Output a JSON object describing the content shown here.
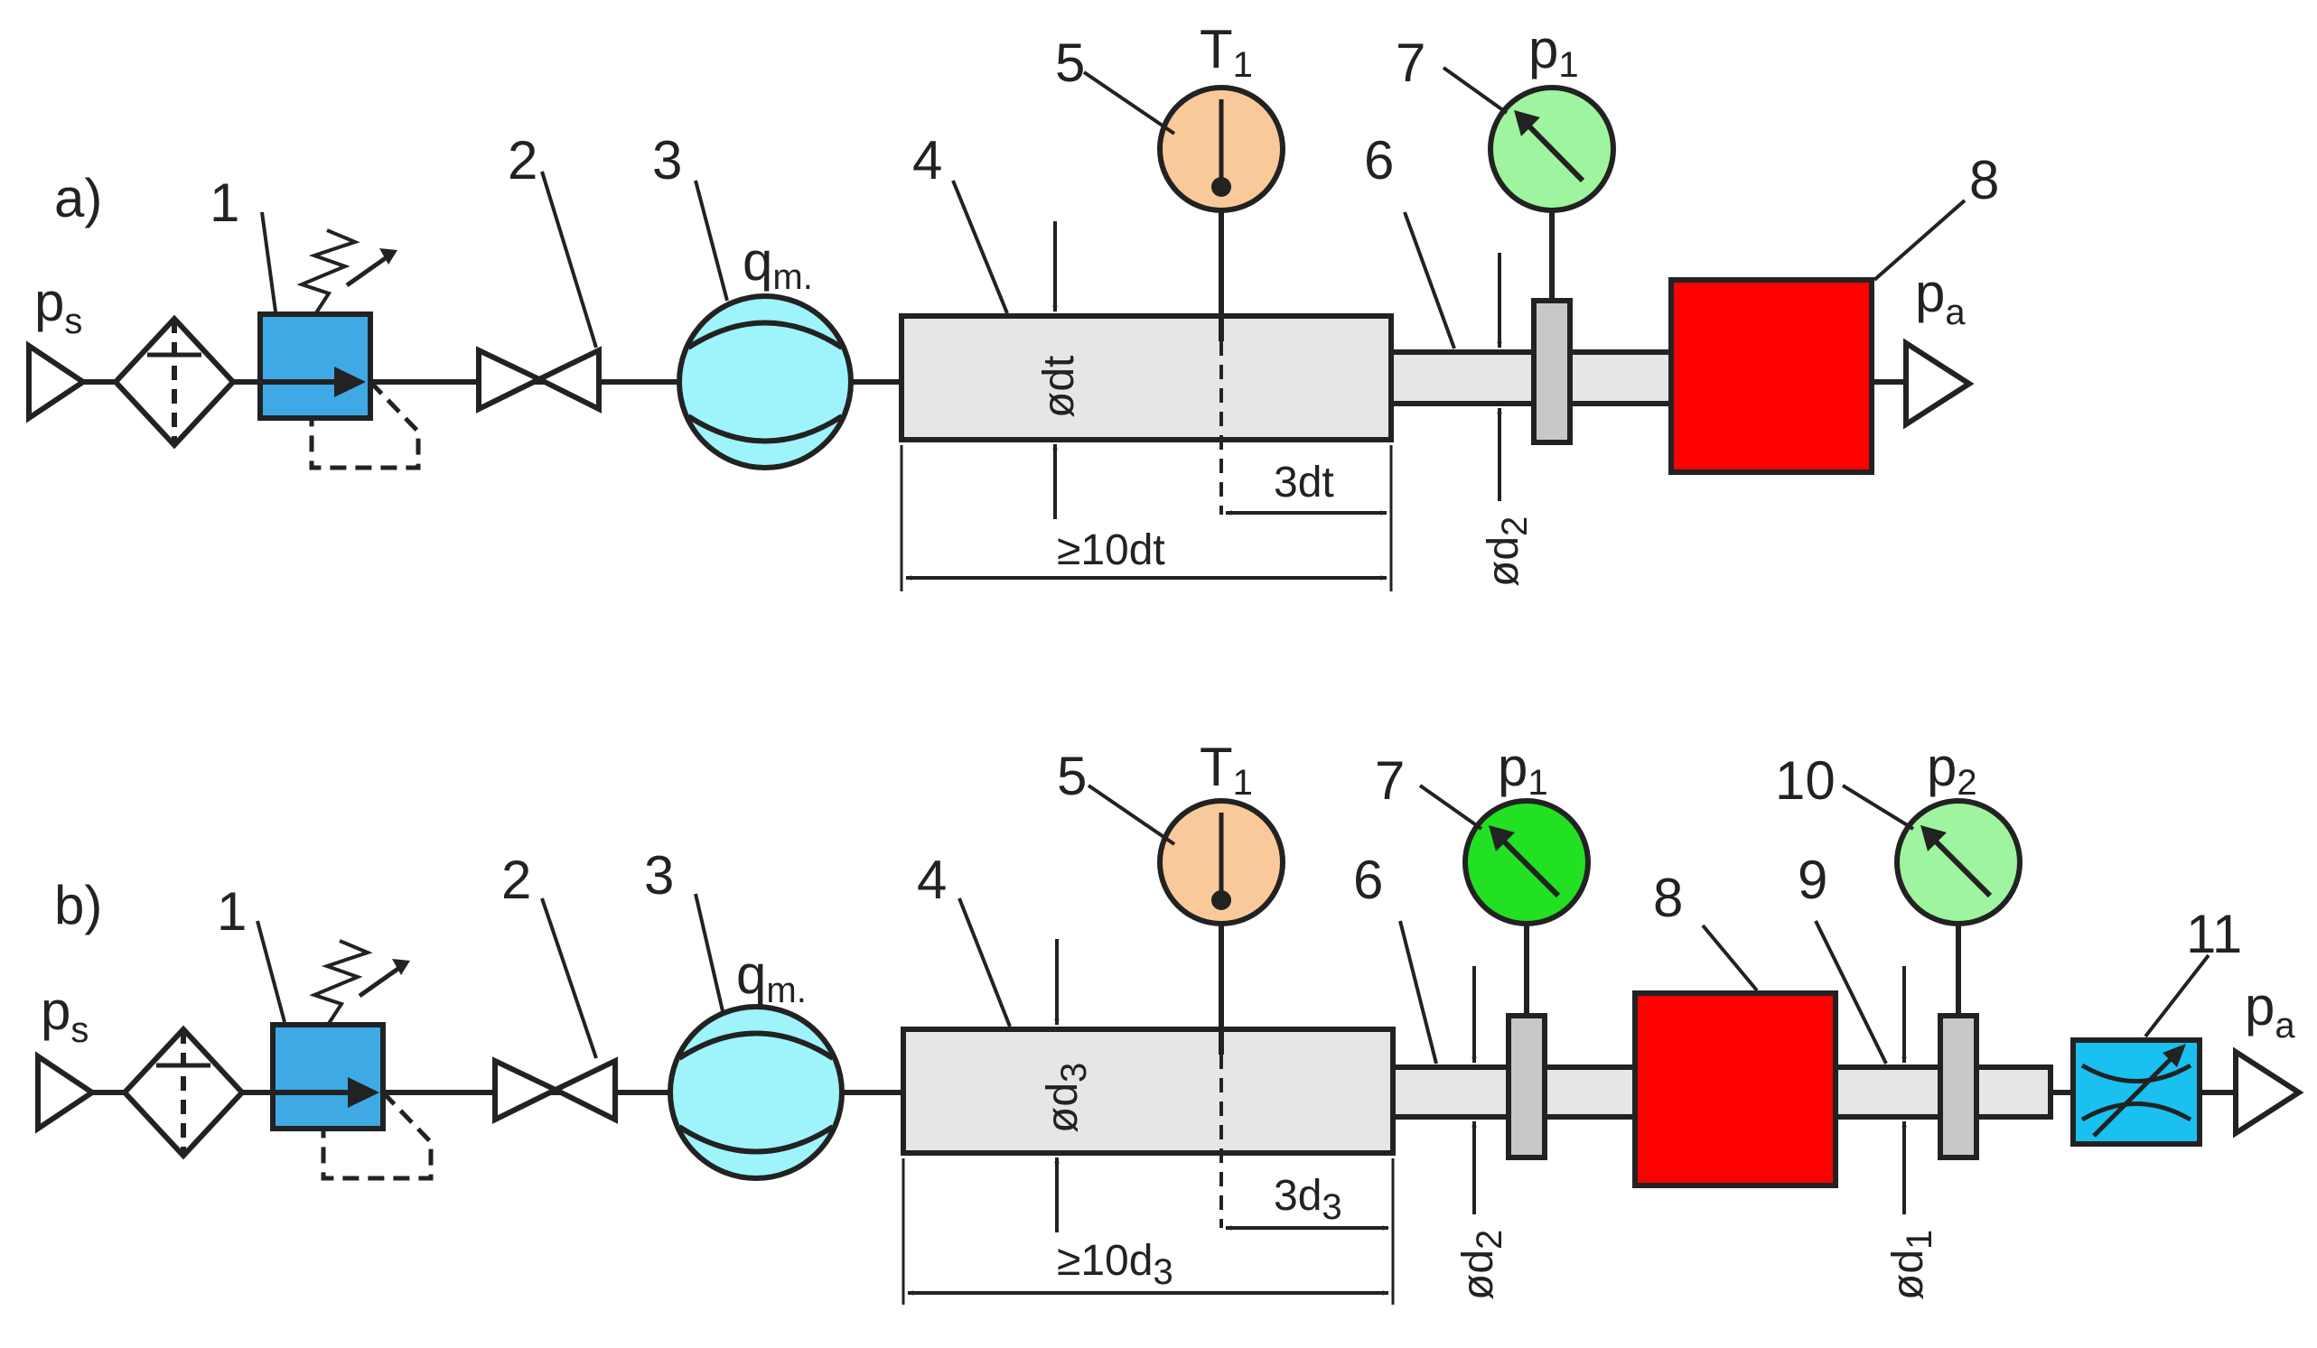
{
  "colors": {
    "filter_regulator_fill": "#3fa9e6",
    "flowmeter_fill": "#9ff3fb",
    "thermometer_fill": "#f9c99a",
    "gauge_light_green": "#9ff59f",
    "gauge_bright_green": "#22e022",
    "test_element_fill": "#ff0000",
    "throttle_fill": "#19c0f0",
    "tube_fill": "#e6e6e6",
    "connector_fill": "#c8c8c8"
  },
  "icons": [
    "source-triangle",
    "filter-icon",
    "pressure-regulator-icon",
    "shutoff-valve-icon",
    "flowmeter-icon",
    "thermometer-icon",
    "pressure-gauge-icon",
    "adjustable-throttle-icon",
    "exhaust-triangle"
  ],
  "panel_a": {
    "tag": "a)",
    "supply": {
      "main": "p",
      "sub": "s"
    },
    "outlet": {
      "main": "p",
      "sub": "a"
    },
    "flow": {
      "main": "q",
      "sub": "m."
    },
    "temp": {
      "main": "T",
      "sub": "1"
    },
    "press1": {
      "main": "p",
      "sub": "1"
    },
    "numbers": {
      "n1": "1",
      "n2": "2",
      "n3": "3",
      "n4": "4",
      "n5": "5",
      "n6": "6",
      "n7": "7",
      "n8": "8"
    },
    "dia_tube": "ødt",
    "dia_outlet": {
      "main": "ød",
      "sub": "2"
    },
    "dist_sensor": "3dt",
    "length_tube": "≥10dt"
  },
  "panel_b": {
    "tag": "b)",
    "supply": {
      "main": "p",
      "sub": "s"
    },
    "outlet": {
      "main": "p",
      "sub": "a"
    },
    "flow": {
      "main": "q",
      "sub": "m."
    },
    "temp": {
      "main": "T",
      "sub": "1"
    },
    "press1": {
      "main": "p",
      "sub": "1"
    },
    "press2": {
      "main": "p",
      "sub": "2"
    },
    "numbers": {
      "n1": "1",
      "n2": "2",
      "n3": "3",
      "n4": "4",
      "n5": "5",
      "n6": "6",
      "n7": "7",
      "n8": "8",
      "n9": "9",
      "n10": "10",
      "n11": "11"
    },
    "dia_tube": {
      "main": "ød",
      "sub": "3"
    },
    "dia_outlet": {
      "main": "ød",
      "sub": "2"
    },
    "dia_outlet2": {
      "main": "ød",
      "sub": "1"
    },
    "dist_sensor": {
      "main": "3d",
      "sub": "3"
    },
    "length_tube": {
      "main": "≥10d",
      "sub": "3"
    }
  }
}
